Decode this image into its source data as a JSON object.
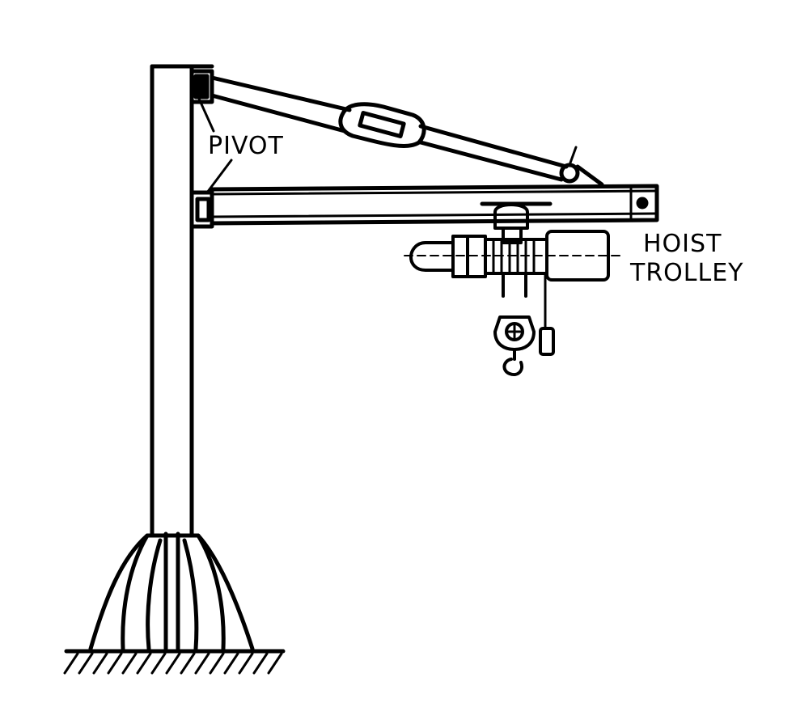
{
  "labels": {
    "pivot": "PIVOT",
    "hoist": "HOIST",
    "trolley": "TROLLEY"
  },
  "colors": {
    "ink": "#000000",
    "paper": "#ffffff"
  }
}
